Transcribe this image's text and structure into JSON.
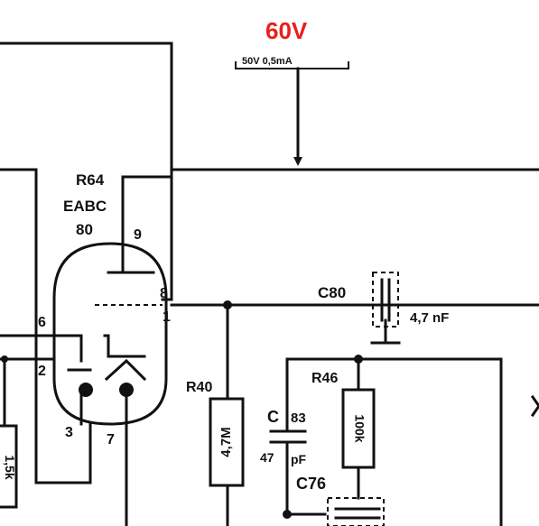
{
  "supply_annotation": {
    "text": "60V",
    "color": "#e8201c"
  },
  "meter_label": "50V  0,5mA",
  "tube": {
    "ref": "R64",
    "type_line1": "EABC",
    "type_line2": "80",
    "pins": {
      "p9": "9",
      "p8": "8",
      "p1": "1",
      "p6": "6",
      "p2": "2",
      "p3": "3",
      "p7": "7"
    }
  },
  "capacitors": {
    "c80": {
      "ref": "C80",
      "value": "4,7 nF"
    },
    "c83": {
      "ref": "C",
      "ref_suffix": "83",
      "value_a": "47",
      "value_b": "pF"
    },
    "c76": {
      "ref": "C76"
    }
  },
  "resistors": {
    "r40": {
      "ref": "R40",
      "value": "4,7M"
    },
    "r46": {
      "ref": "R46",
      "value": "100k"
    },
    "left": {
      "value": "1,5k"
    }
  },
  "colors": {
    "ink": "#111111",
    "annotation": "#e8201c"
  }
}
